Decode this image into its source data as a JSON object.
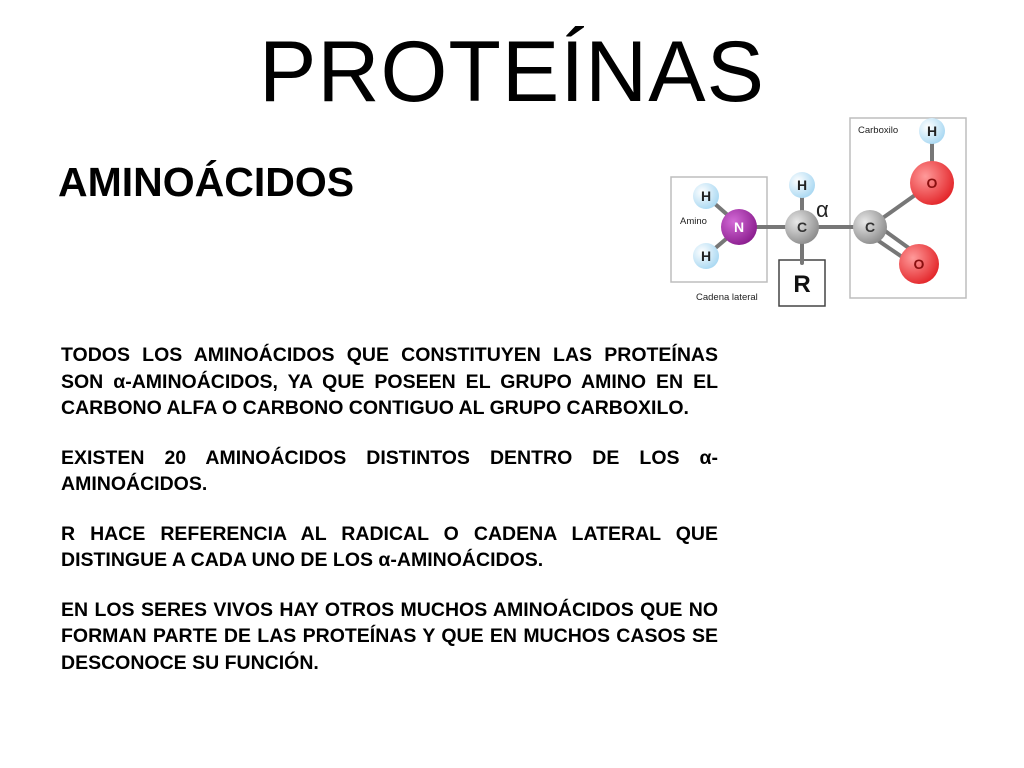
{
  "slide": {
    "title": "PROTEÍNAS",
    "subtitle": "AMINOÁCIDOS"
  },
  "diagram": {
    "atoms": {
      "h_top": "H",
      "h_left_top": "H",
      "h_left_bottom": "H",
      "n": "N",
      "c_alpha": "C",
      "c_carboxyl": "C",
      "o_top": "O",
      "o_bottom": "O",
      "h_carboxyl": "H",
      "r": "R"
    },
    "labels": {
      "alpha": "α",
      "amino": "Amino",
      "carboxilo": "Carboxilo",
      "cadena_lateral": "Cadena lateral"
    },
    "colors": {
      "hydrogen": "#a9d8f2",
      "nitrogen": "#8b1e8f",
      "carbon": "#8c8c8c",
      "oxygen": "#e3262a"
    }
  },
  "paragraphs": [
    "TODOS LOS AMINOÁCIDOS QUE CONSTITUYEN LAS PROTEÍNAS SON α-AMINOÁCIDOS, YA QUE POSEEN EL GRUPO AMINO EN EL CARBONO ALFA O CARBONO CONTIGUO AL GRUPO CARBOXILO.",
    "EXISTEN 20 AMINOÁCIDOS DISTINTOS DENTRO DE LOS α-AMINOÁCIDOS.",
    "R HACE REFERENCIA AL RADICAL O CADENA LATERAL QUE DISTINGUE A CADA UNO DE LOS α-AMINOÁCIDOS.",
    "EN LOS SERES VIVOS HAY OTROS MUCHOS AMINOÁCIDOS QUE NO FORMAN PARTE DE LAS PROTEÍNAS Y QUE EN MUCHOS CASOS SE DESCONOCE SU FUNCIÓN."
  ]
}
